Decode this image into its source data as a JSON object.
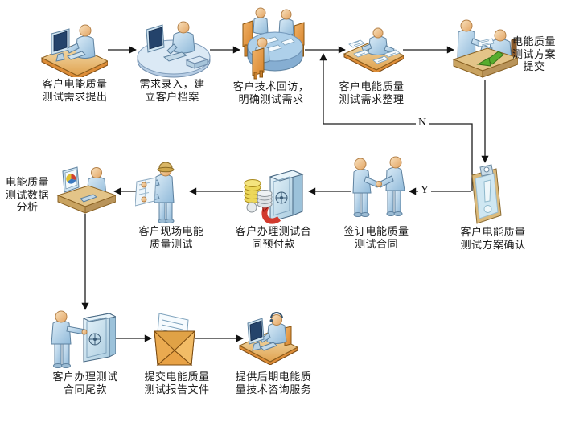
{
  "diagram": {
    "decision": {
      "yes_label": "Y",
      "no_label": "N"
    },
    "colors": {
      "background": "#ffffff",
      "line": "#1c1c1c",
      "figure_blue": "#a9cce6",
      "skin": "#f2cfa5",
      "mat_orange": "#e0a24f",
      "steel_blue": "#c6dfee",
      "envelope_orange": "#eaaa50",
      "arrow_green": "#58ad2e",
      "arrow_red": "#d23a2e",
      "coin_gold": "#ecd75a",
      "coin_silver": "#dfe3e6"
    },
    "nodes": [
      {
        "id": "demand-request",
        "icon": "person-computer-icon",
        "label_lines": [
          "客户电能质量",
          "测试需求提出"
        ]
      },
      {
        "id": "demand-entry",
        "icon": "reception-desk-icon",
        "label_lines": [
          "需求录入，建",
          "立客户档案"
        ]
      },
      {
        "id": "tech-revisit",
        "icon": "meeting-table-icon",
        "label_lines": [
          "客户技术回访，",
          "明确测试需求"
        ]
      },
      {
        "id": "demand-organize",
        "icon": "person-documents-icon",
        "label_lines": [
          "客户电能质量",
          "测试需求整理"
        ]
      },
      {
        "id": "plan-submit",
        "icon": "submission-desk-icon",
        "label_lines": [
          "电能质量",
          "测试方案",
          "提交"
        ]
      },
      {
        "id": "plan-confirm",
        "icon": "clipboard-icon",
        "label_lines": [
          "客户电能质量",
          "测试方案确认"
        ]
      },
      {
        "id": "sign-contract",
        "icon": "handshake-icon",
        "label_lines": [
          "签订电能质量",
          "测试合同"
        ]
      },
      {
        "id": "prepayment",
        "icon": "safe-coins-icon",
        "label_lines": [
          "客户办理测试合",
          "同预付款"
        ]
      },
      {
        "id": "onsite-test",
        "icon": "person-blueprint-icon",
        "label_lines": [
          "客户现场电能",
          "质量测试"
        ]
      },
      {
        "id": "data-analysis",
        "icon": "analysis-desk-icon",
        "label_lines": [
          "电能质量",
          "测试数据",
          "分析"
        ]
      },
      {
        "id": "final-payment",
        "icon": "person-safe-icon",
        "label_lines": [
          "客户办理测试",
          "合同尾款"
        ]
      },
      {
        "id": "report-submit",
        "icon": "envelope-icon",
        "label_lines": [
          "提交电能质量",
          "测试报告文件"
        ]
      },
      {
        "id": "consulting",
        "icon": "support-desk-icon",
        "label_lines": [
          "提供后期电能质",
          "量技术咨询服务"
        ]
      }
    ],
    "edges": [
      {
        "from": "demand-request",
        "to": "demand-entry"
      },
      {
        "from": "demand-entry",
        "to": "tech-revisit"
      },
      {
        "from": "tech-revisit",
        "to": "demand-organize"
      },
      {
        "from": "demand-organize",
        "to": "plan-submit"
      },
      {
        "from": "plan-submit",
        "to": "plan-confirm"
      },
      {
        "from": "plan-confirm",
        "to": "sign-contract",
        "label": "Y"
      },
      {
        "from": "plan-confirm",
        "to": "demand-organize",
        "label": "N"
      },
      {
        "from": "sign-contract",
        "to": "prepayment"
      },
      {
        "from": "prepayment",
        "to": "onsite-test"
      },
      {
        "from": "onsite-test",
        "to": "data-analysis"
      },
      {
        "from": "data-analysis",
        "to": "final-payment"
      },
      {
        "from": "final-payment",
        "to": "report-submit"
      },
      {
        "from": "report-submit",
        "to": "consulting"
      }
    ]
  }
}
